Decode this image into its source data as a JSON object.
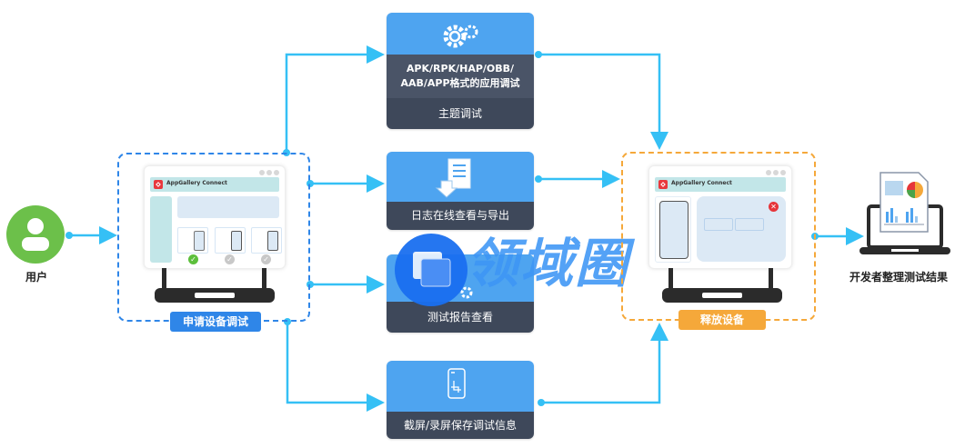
{
  "user": {
    "label": "用户",
    "icon": "user-icon",
    "color": "#6cc04a"
  },
  "apply_device": {
    "tag": "申请设备调试",
    "color": "#2f86e8",
    "screen_app_name": "AppGallery Connect",
    "device_status": [
      "selected",
      "available",
      "available"
    ]
  },
  "features": [
    {
      "icon": "gears-icon",
      "lines": [
        "APK/RPK/HAP/OBB/",
        "AAB/APP格式的应用调试"
      ],
      "sub_label": "主题调试"
    },
    {
      "icon": "document-download-icon",
      "label": "日志在线查看与导出"
    },
    {
      "icon": "report-gear-icon",
      "label": "测试报告查看"
    },
    {
      "icon": "phone-crop-icon",
      "label": "截屏/录屏保存调试信息"
    }
  ],
  "release_device": {
    "tag": "释放设备",
    "color": "#f5a83a",
    "screen_app_name": "AppGallery Connect"
  },
  "result": {
    "label": "开发者整理测试结果",
    "icon": "laptop-report-icon"
  },
  "watermark": {
    "text": "领域圈"
  },
  "colors": {
    "connector": "#35c0f5",
    "feature_top": "#4ea4f0",
    "feature_bottom": "#3e485a"
  }
}
